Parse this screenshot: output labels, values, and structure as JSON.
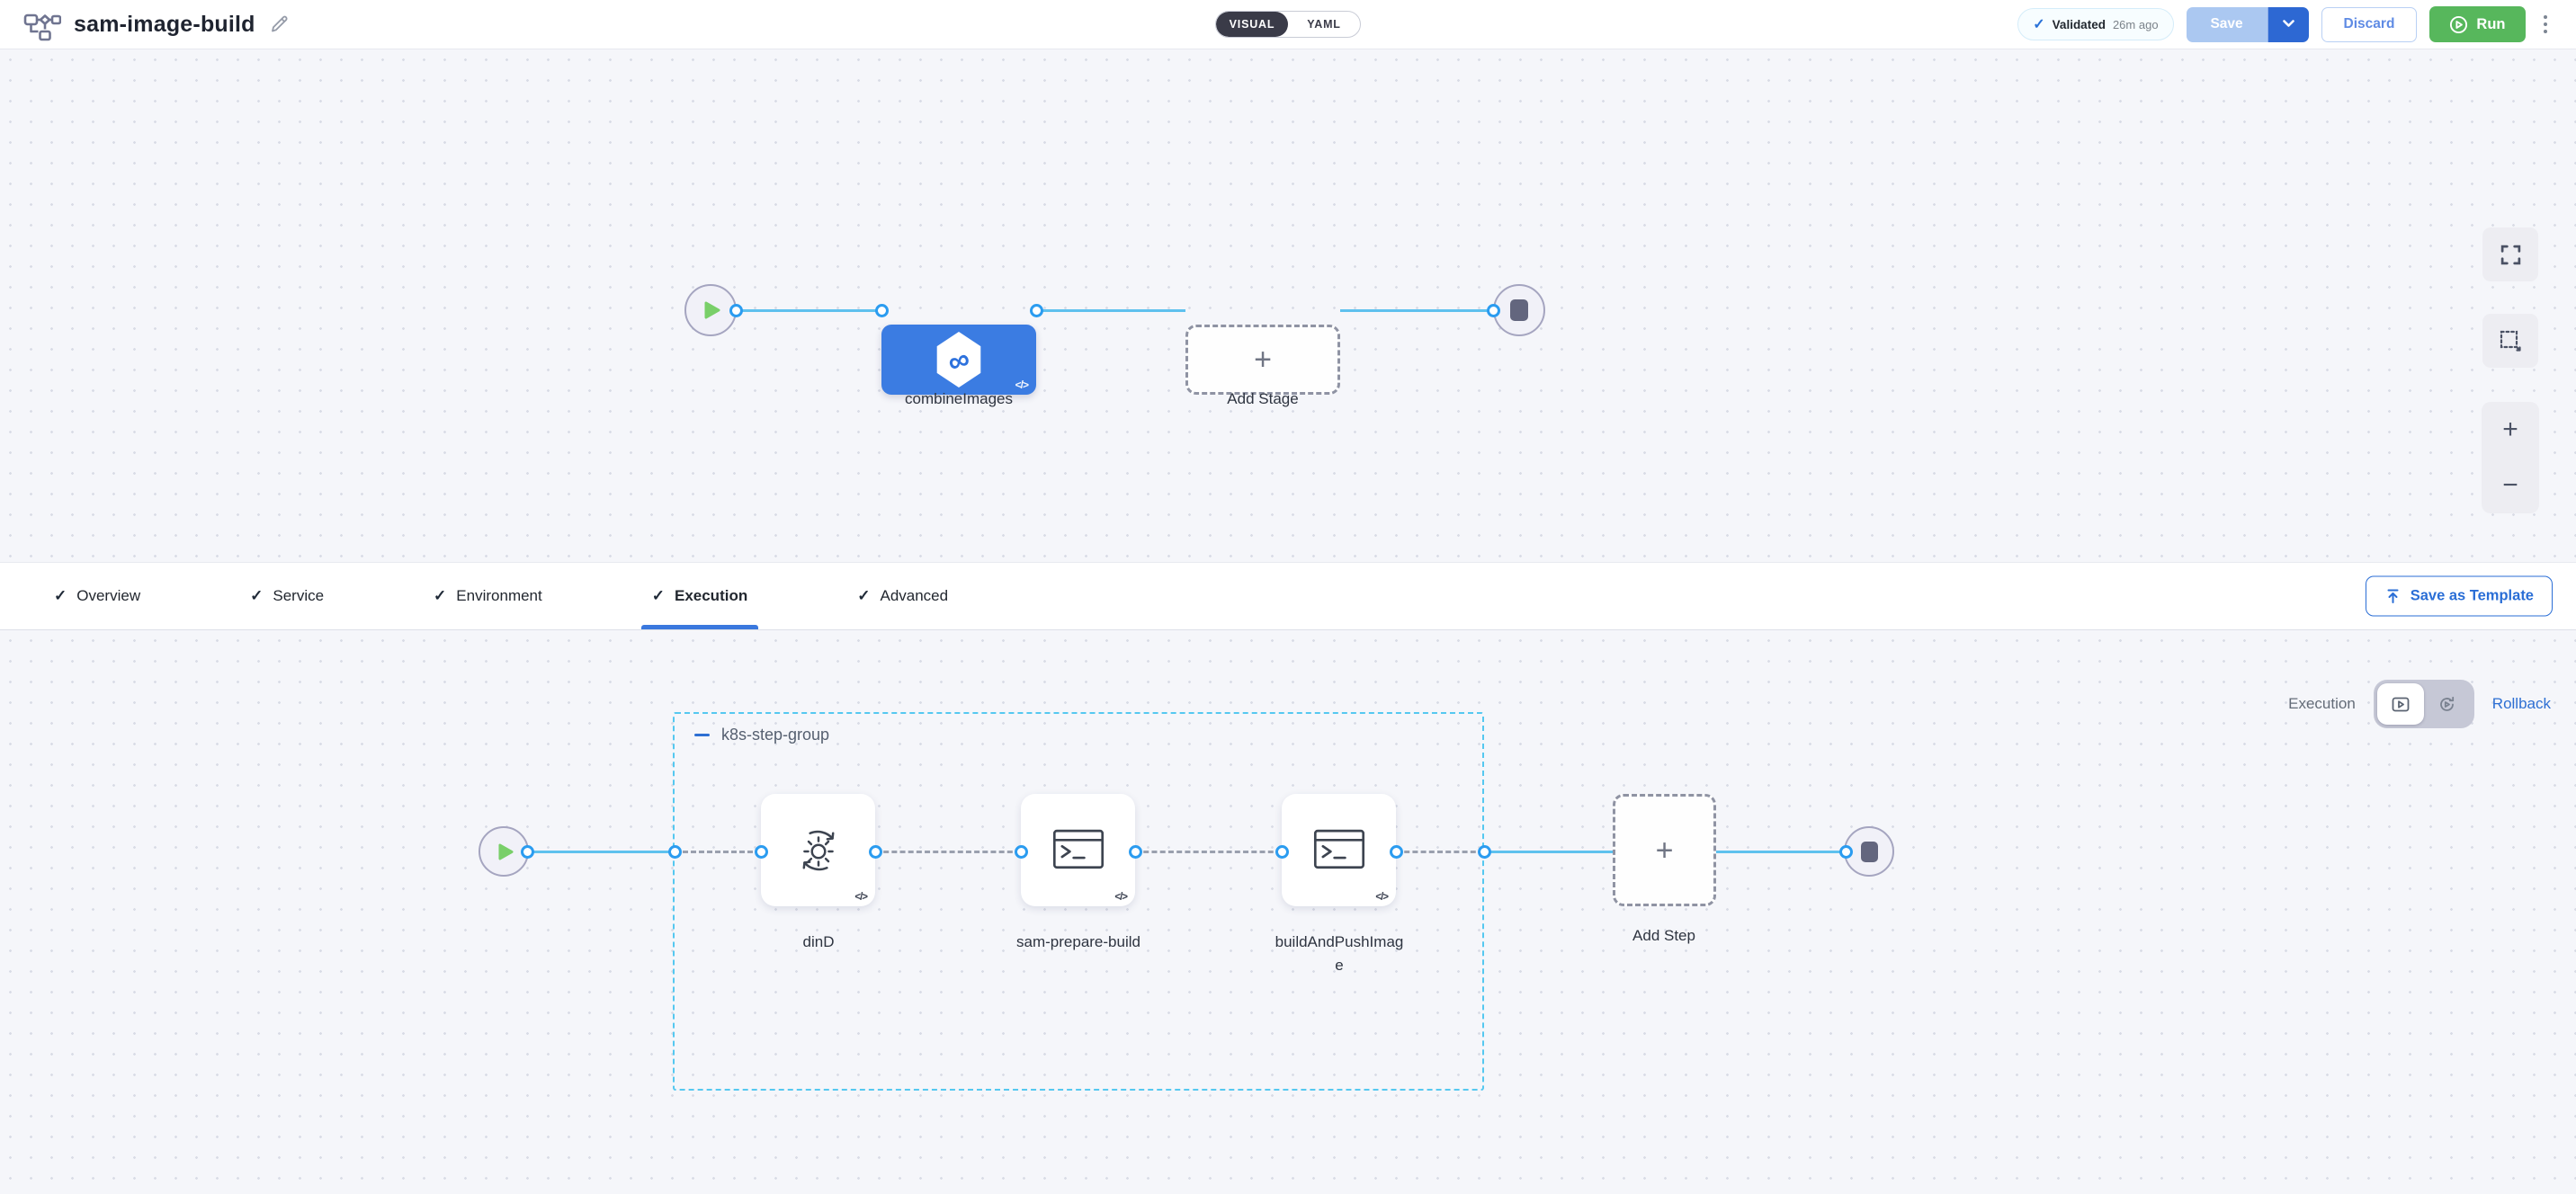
{
  "header": {
    "title": "sam-image-build",
    "view_toggle": {
      "options": [
        "VISUAL",
        "YAML"
      ],
      "selected": "VISUAL"
    },
    "validation": {
      "label": "Validated",
      "time": "26m ago"
    },
    "save_label": "Save",
    "discard_label": "Discard",
    "run_label": "Run"
  },
  "stage_canvas": {
    "stage_name": "combineImages",
    "add_stage_label": "Add Stage"
  },
  "tab_bar": {
    "tabs": [
      {
        "label": "Overview",
        "completed": true,
        "active": false
      },
      {
        "label": "Service",
        "completed": true,
        "active": false
      },
      {
        "label": "Environment",
        "completed": true,
        "active": false
      },
      {
        "label": "Execution",
        "completed": true,
        "active": true
      },
      {
        "label": "Advanced",
        "completed": true,
        "active": false
      }
    ],
    "check_glyph": "✓",
    "save_as_template_label": "Save as Template"
  },
  "execution_tab": {
    "mode_left_label": "Execution",
    "mode_right_label": "Rollback",
    "mode_selected": "execution",
    "step_group": {
      "name": "k8s-step-group",
      "steps": [
        "dinD",
        "sam-prepare-build",
        "buildAndPushImage"
      ]
    },
    "add_step_label": "Add Step"
  },
  "icons": {
    "pipeline-icon": "flowchart glyph",
    "edit-pencil-icon": "pencil outline",
    "validated-check-icon": "✓",
    "caret-down-icon": "chevron down",
    "run-play-icon": "circled play",
    "kebab-menu-icon": "vertical dots",
    "stage-type-icon": "hexagon with infinity ∞",
    "code-badge": "</>",
    "dind-step-icon": "gear with sync arrows",
    "run-step-icon": "terminal >_",
    "fullscreen-icon": "expand corners",
    "marquee-select-icon": "dashed rectangle",
    "zoom-in-icon": "+",
    "zoom-out-icon": "−",
    "execution-mode-icon": "play in box",
    "rollback-mode-icon": "circular arrow play",
    "upload-icon": "arrow up from bar",
    "start-node-icon": "green play triangle",
    "end-node-icon": "stop square",
    "add-icon": "+",
    "collapse-icon": "−"
  },
  "colors": {
    "stage_blue": "#3b7ce2",
    "connector_blue": "#5ec1ee",
    "port_blue": "#2b9cf0",
    "primary_blue": "#2d6fd3",
    "run_green": "#57b75c",
    "group_border_cyan": "#55c8f0",
    "canvas_bg": "#f5f6fa",
    "toggle_dark": "#3a3b48"
  }
}
